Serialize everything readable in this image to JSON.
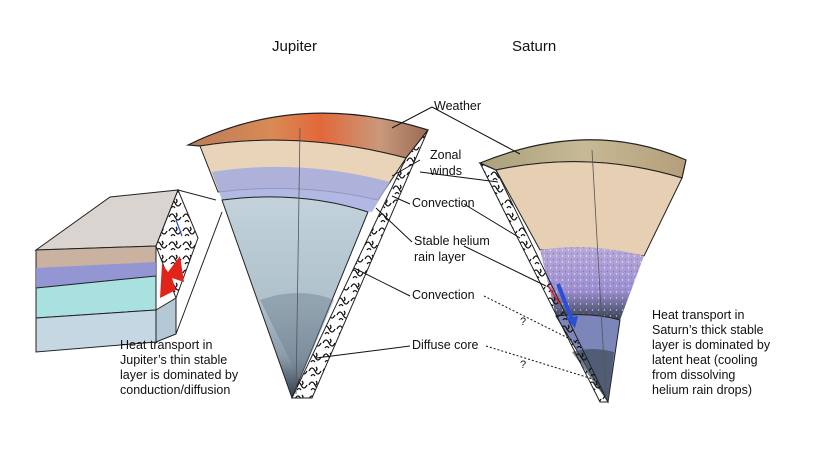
{
  "titles": {
    "jupiter": "Jupiter",
    "saturn": "Saturn"
  },
  "labels": {
    "weather": "Weather",
    "zonal_winds_1": "Zonal",
    "zonal_winds_2": "winds",
    "convection_upper": "Convection",
    "stable_1": "Stable helium",
    "stable_2": "rain layer",
    "convection_lower": "Convection",
    "diffuse_core": "Diffuse core"
  },
  "unknown_mark": "?",
  "jupiter_note": [
    "Heat transport in",
    "Jupiter’s thin stable",
    "layer is dominated by",
    "conduction/diffusion"
  ],
  "saturn_note": [
    "Heat transport in",
    "Saturn’s thick stable",
    "layer is dominated by",
    "latent heat (cooling",
    "from dissolving",
    "helium rain drops)"
  ],
  "colors": {
    "jupiter_weather": "#c98a5e",
    "saturn_weather": "#bfae8a",
    "upper_envelope": "#e7d2b8",
    "helium_rain": "#9ea8e0",
    "deep_interior": "#b7c8d3",
    "core": "#4b5a6a",
    "heat_arrow": "#e0241c",
    "rain_arrow": "#2a4fd6"
  }
}
